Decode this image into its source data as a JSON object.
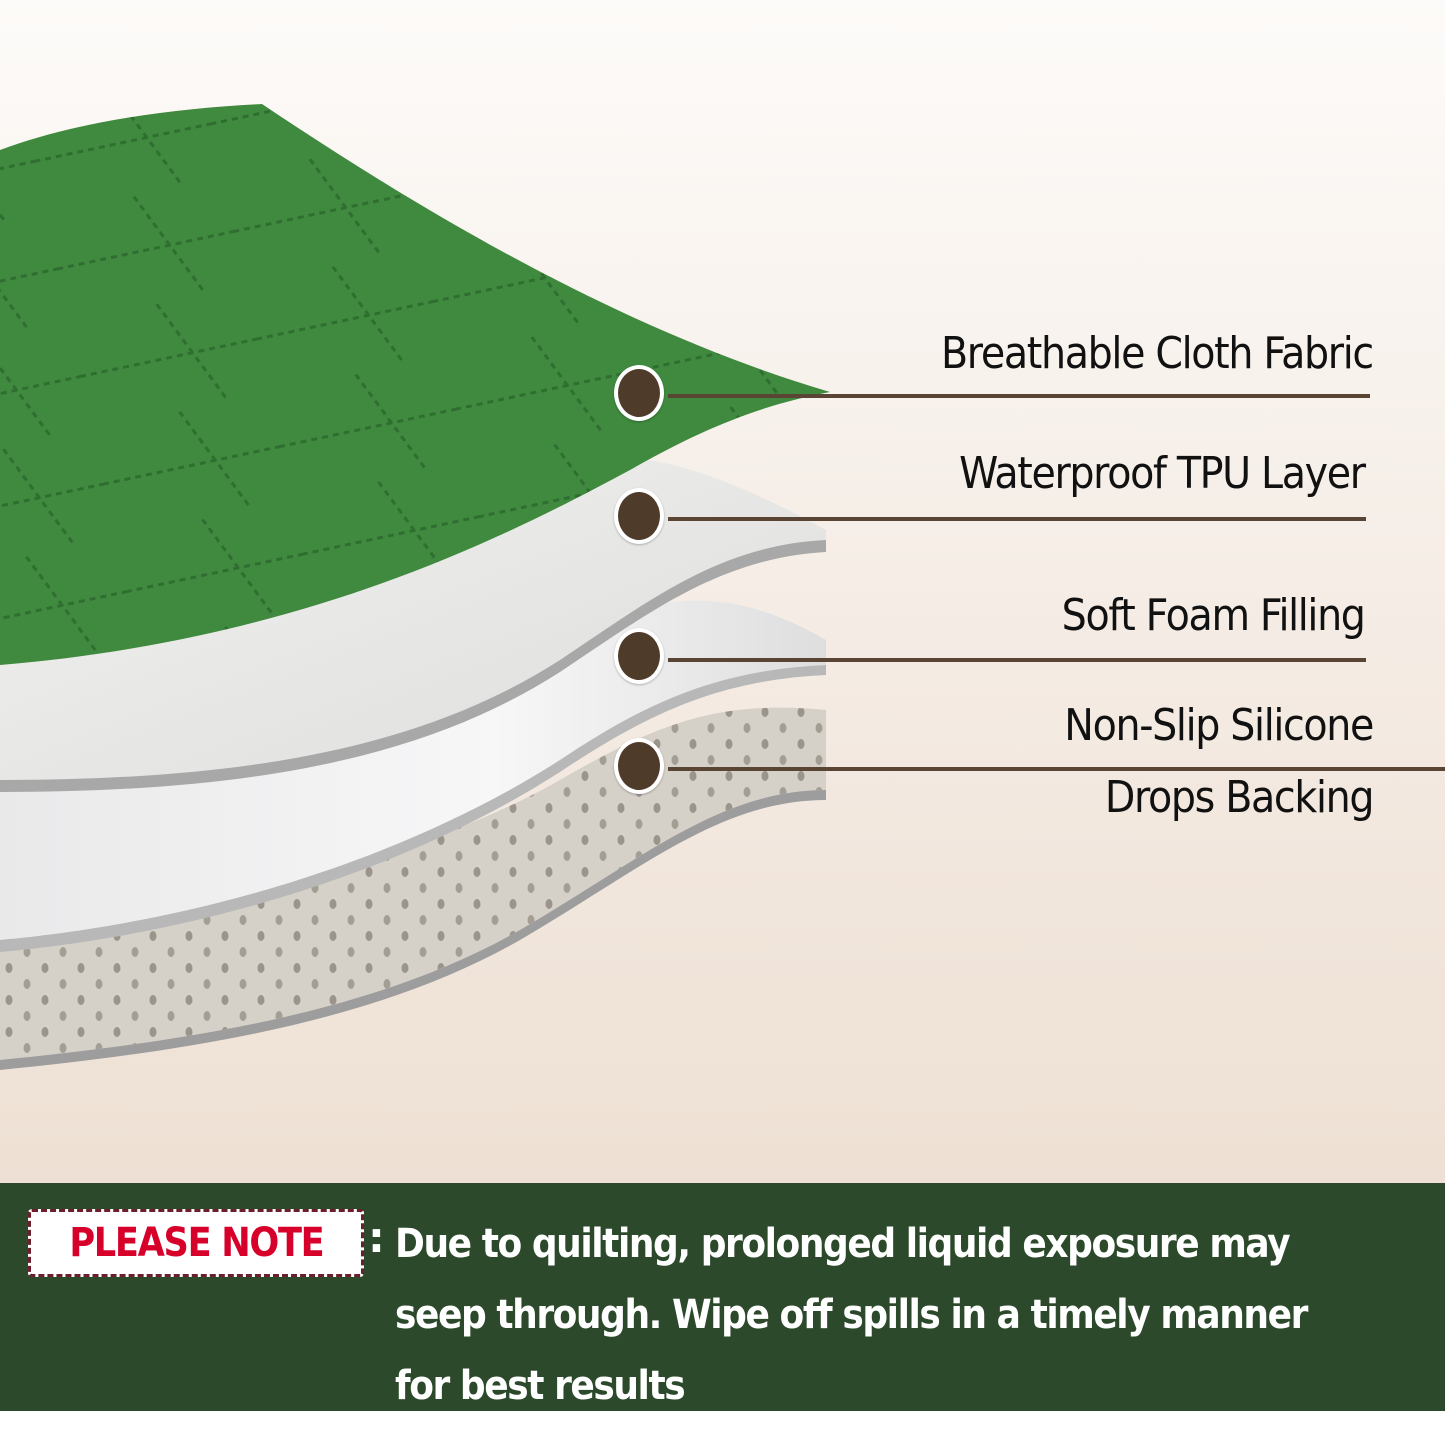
{
  "colors": {
    "fabric_green": "#3f8a3f",
    "callout_brown": "#4f3b2a",
    "note_bar_green": "#2c4a2b",
    "note_badge_red": "#d7002a",
    "note_badge_border": "#6b1f2a",
    "background": "#f3e9df"
  },
  "layers": [
    {
      "id": "fabric",
      "label": "Breathable Cloth Fabric",
      "icon": "callout-dot-icon"
    },
    {
      "id": "tpu",
      "label": "Waterproof TPU Layer",
      "icon": "callout-dot-icon"
    },
    {
      "id": "foam",
      "label": "Soft Foam Filling",
      "icon": "callout-dot-icon"
    },
    {
      "id": "backing",
      "label_line1": "Non-Slip Silicone",
      "label_line2": "Drops Backing",
      "icon": "callout-dot-icon"
    }
  ],
  "note": {
    "badge": "PLEASE NOTE",
    "separator": ":",
    "lines": [
      "Due to quilting, prolonged liquid exposure may",
      "seep through. Wipe off spills in a timely manner",
      "for best results"
    ]
  }
}
